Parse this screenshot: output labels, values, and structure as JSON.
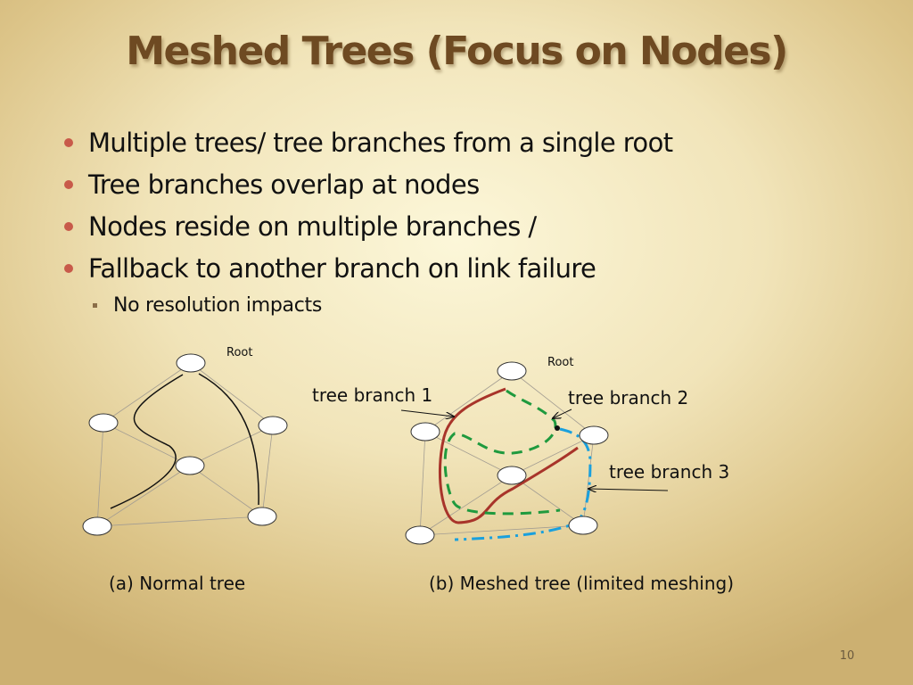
{
  "title": "Meshed Trees (Focus on Nodes)",
  "bullets": [
    "Multiple trees/ tree branches  from  a single root",
    "Tree branches overlap at nodes",
    "Nodes reside on multiple branches /",
    "Fallback to another branch on link failure"
  ],
  "sub_bullet": "No resolution impacts",
  "diagram_a": {
    "root_label": "Root",
    "caption": "(a) Normal tree"
  },
  "diagram_b": {
    "root_label": "Root",
    "caption": "(b) Meshed tree (limited meshing)",
    "branch1_label": "tree branch 1",
    "branch2_label": "tree branch 2",
    "branch3_label": "tree branch 3",
    "branch1_color": "#a8342a",
    "branch2_color": "#1f9a3e",
    "branch3_color": "#1aa0dd"
  },
  "page_number": "10"
}
